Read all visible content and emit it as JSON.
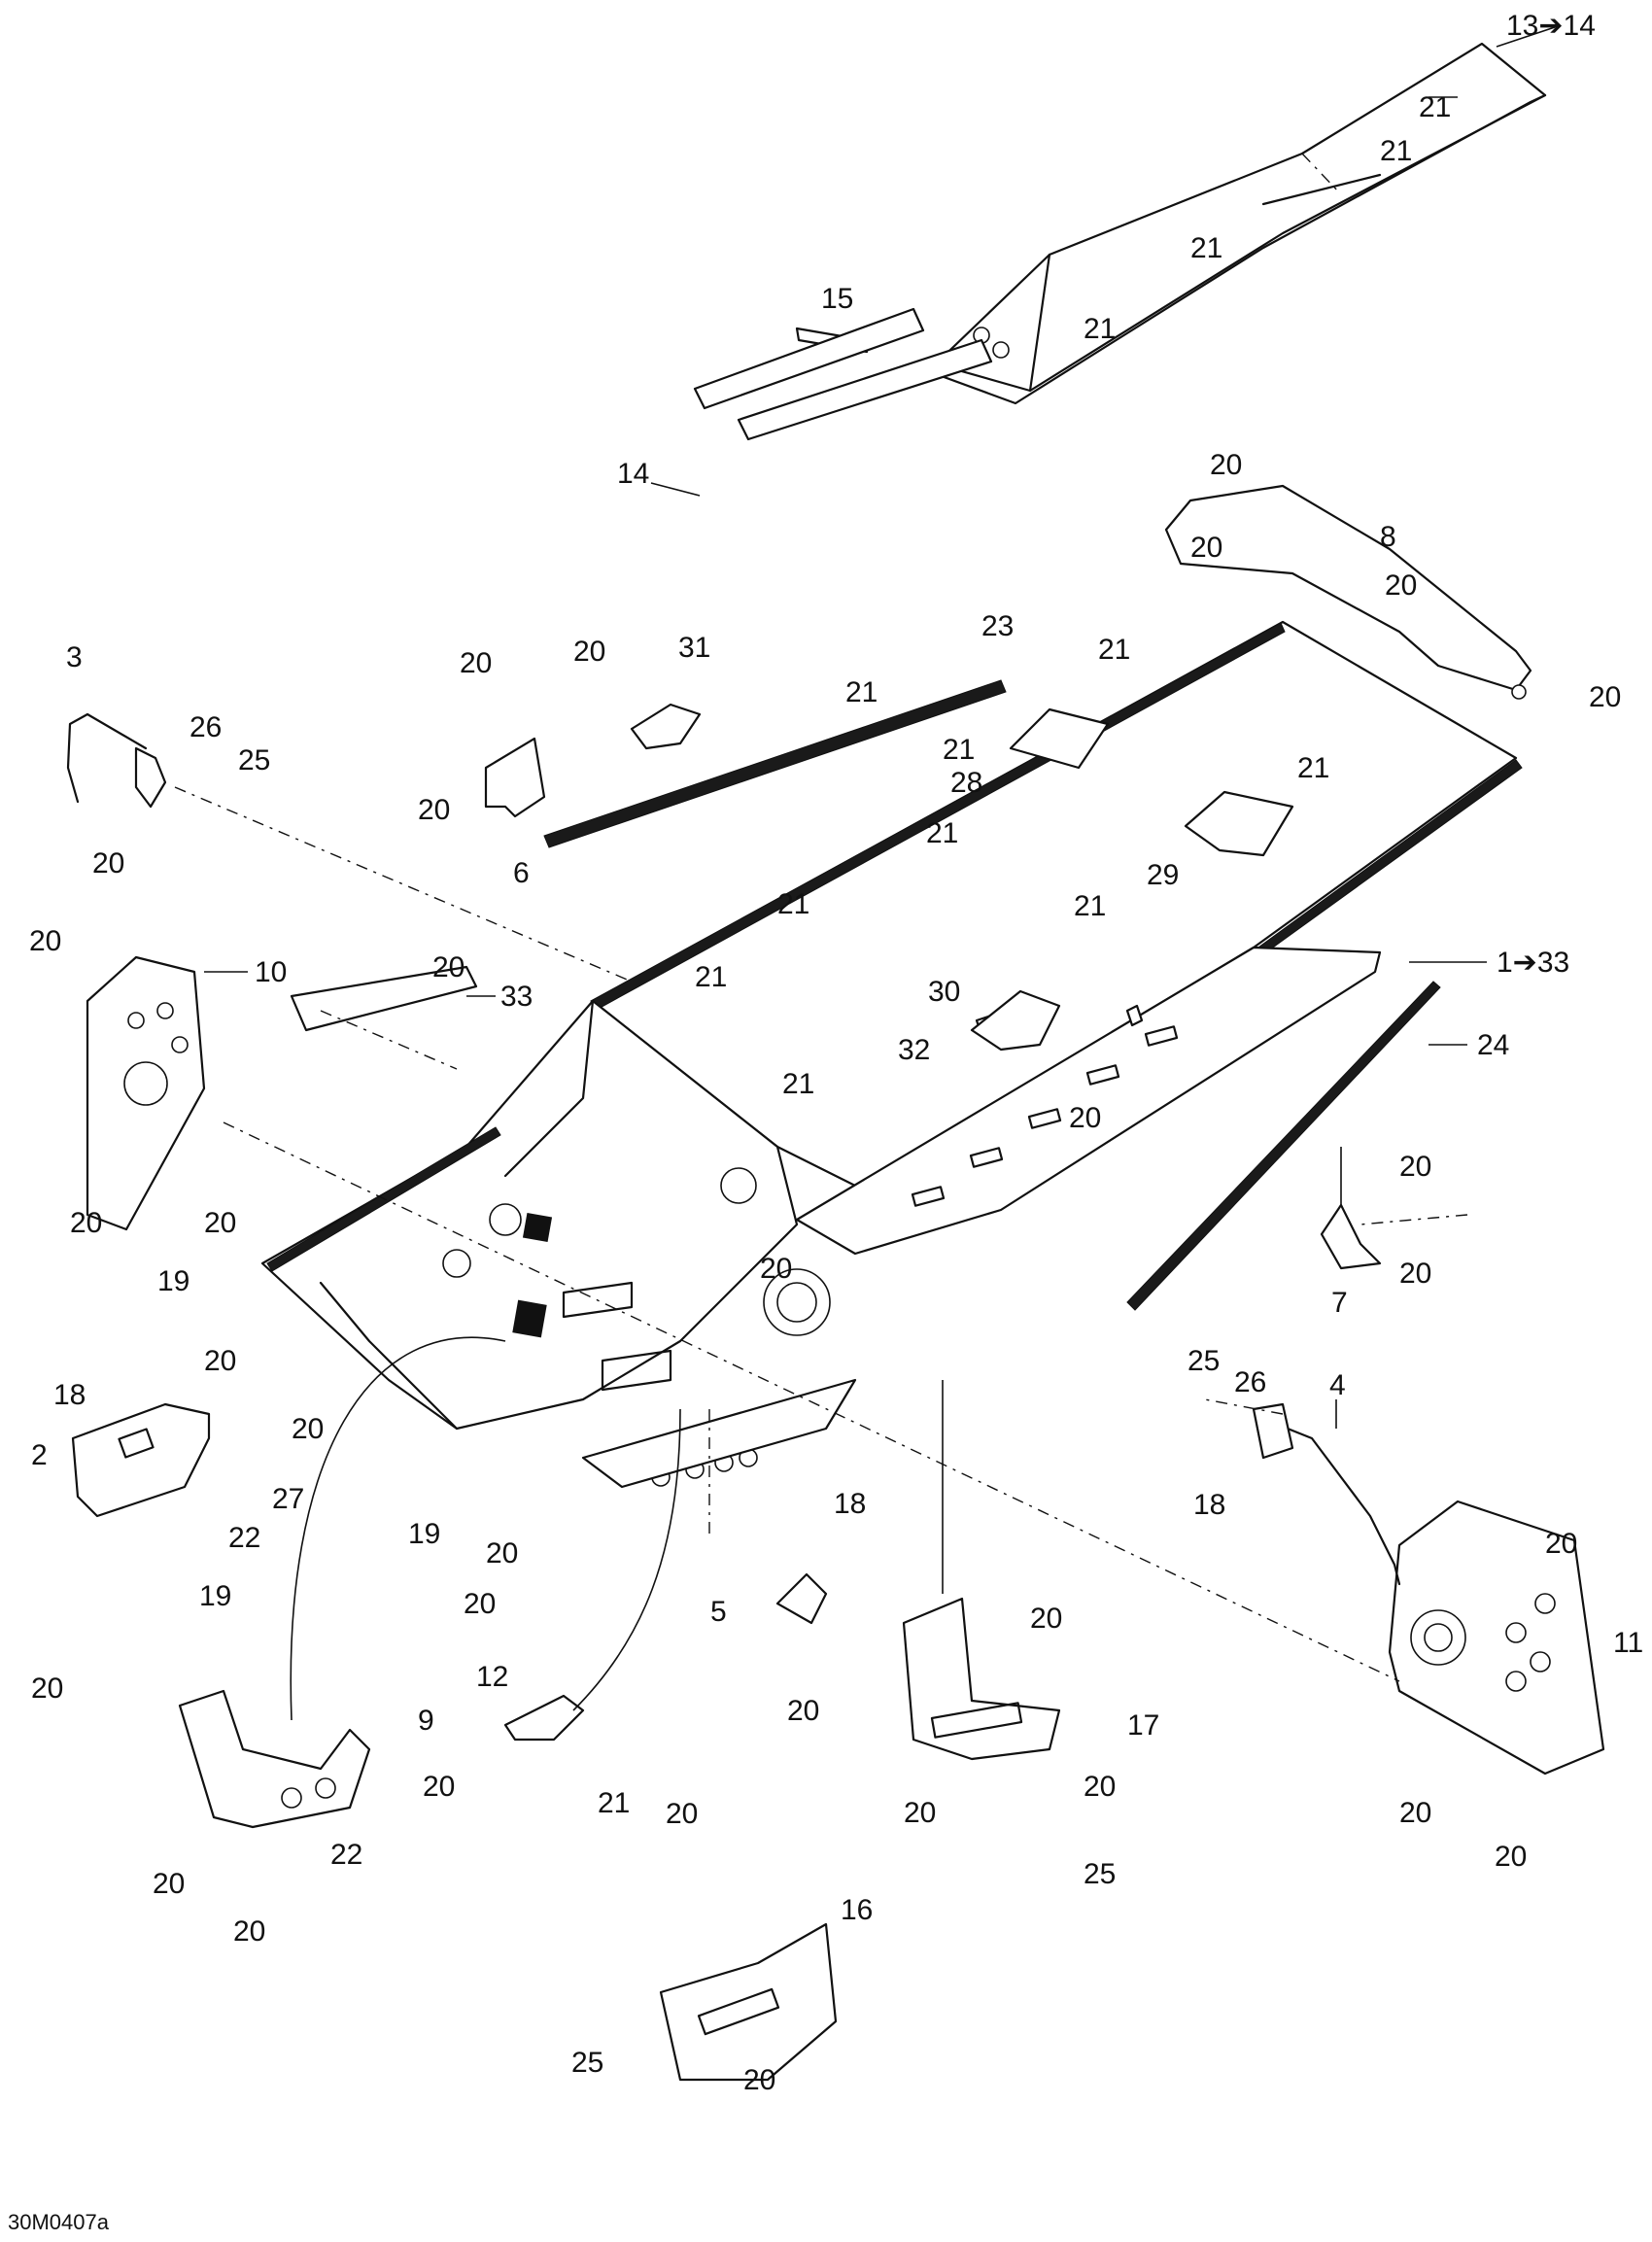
{
  "diagram": {
    "reference_code": "30M0407a",
    "callouts": [
      {
        "id": "c-13-14",
        "text": "13➔14"
      },
      {
        "id": "c-21-a",
        "text": "21"
      },
      {
        "id": "c-21-b",
        "text": "21"
      },
      {
        "id": "c-21-c",
        "text": "21"
      },
      {
        "id": "c-21-d",
        "text": "21"
      },
      {
        "id": "c-15",
        "text": "15"
      },
      {
        "id": "c-14",
        "text": "14"
      },
      {
        "id": "c-20-a",
        "text": "20"
      },
      {
        "id": "c-20-b",
        "text": "20"
      },
      {
        "id": "c-8",
        "text": "8"
      },
      {
        "id": "c-20-c",
        "text": "20"
      },
      {
        "id": "c-20-d",
        "text": "20"
      },
      {
        "id": "c-3",
        "text": "3"
      },
      {
        "id": "c-26-a",
        "text": "26"
      },
      {
        "id": "c-25-a",
        "text": "25"
      },
      {
        "id": "c-20-e",
        "text": "20"
      },
      {
        "id": "c-20-f",
        "text": "20"
      },
      {
        "id": "c-31",
        "text": "31"
      },
      {
        "id": "c-20-g",
        "text": "20"
      },
      {
        "id": "c-23",
        "text": "23"
      },
      {
        "id": "c-21-e",
        "text": "21"
      },
      {
        "id": "c-21-f",
        "text": "21"
      },
      {
        "id": "c-21-g",
        "text": "21"
      },
      {
        "id": "c-28",
        "text": "28"
      },
      {
        "id": "c-20-h",
        "text": "20"
      },
      {
        "id": "c-6",
        "text": "6"
      },
      {
        "id": "c-21-h",
        "text": "21"
      },
      {
        "id": "c-21-i",
        "text": "21"
      },
      {
        "id": "c-29",
        "text": "29"
      },
      {
        "id": "c-21-j",
        "text": "21"
      },
      {
        "id": "c-21-k",
        "text": "21"
      },
      {
        "id": "c-20-i",
        "text": "20"
      },
      {
        "id": "c-10",
        "text": "10"
      },
      {
        "id": "c-20-j",
        "text": "20"
      },
      {
        "id": "c-33",
        "text": "33"
      },
      {
        "id": "c-21-l",
        "text": "21"
      },
      {
        "id": "c-30",
        "text": "30"
      },
      {
        "id": "c-32",
        "text": "32"
      },
      {
        "id": "c-1-33",
        "text": "1➔33"
      },
      {
        "id": "c-24",
        "text": "24"
      },
      {
        "id": "c-21-m",
        "text": "21"
      },
      {
        "id": "c-20-k",
        "text": "20"
      },
      {
        "id": "c-20-l",
        "text": "20"
      },
      {
        "id": "c-20-m",
        "text": "20"
      },
      {
        "id": "c-20-n",
        "text": "20"
      },
      {
        "id": "c-19-a",
        "text": "19"
      },
      {
        "id": "c-20-o",
        "text": "20"
      },
      {
        "id": "c-7",
        "text": "7"
      },
      {
        "id": "c-20-p",
        "text": "20"
      },
      {
        "id": "c-20-q",
        "text": "20"
      },
      {
        "id": "c-18-a",
        "text": "18"
      },
      {
        "id": "c-25-b",
        "text": "25"
      },
      {
        "id": "c-26-b",
        "text": "26"
      },
      {
        "id": "c-20-r",
        "text": "20"
      },
      {
        "id": "c-2",
        "text": "2"
      },
      {
        "id": "c-27",
        "text": "27"
      },
      {
        "id": "c-4",
        "text": "4"
      },
      {
        "id": "c-22-a",
        "text": "22"
      },
      {
        "id": "c-18-b",
        "text": "18"
      },
      {
        "id": "c-19-b",
        "text": "19"
      },
      {
        "id": "c-20-s",
        "text": "20"
      },
      {
        "id": "c-18-c",
        "text": "18"
      },
      {
        "id": "c-19-c",
        "text": "19"
      },
      {
        "id": "c-20-t",
        "text": "20"
      },
      {
        "id": "c-20-u",
        "text": "20"
      },
      {
        "id": "c-5",
        "text": "5"
      },
      {
        "id": "c-20-v",
        "text": "20"
      },
      {
        "id": "c-11",
        "text": "11"
      },
      {
        "id": "c-20-w",
        "text": "20"
      },
      {
        "id": "c-12",
        "text": "12"
      },
      {
        "id": "c-9",
        "text": "9"
      },
      {
        "id": "c-20-x",
        "text": "20"
      },
      {
        "id": "c-17",
        "text": "17"
      },
      {
        "id": "c-20-y",
        "text": "20"
      },
      {
        "id": "c-20-z",
        "text": "20"
      },
      {
        "id": "c-21-n",
        "text": "21"
      },
      {
        "id": "c-20-aa",
        "text": "20"
      },
      {
        "id": "c-20-ab",
        "text": "20"
      },
      {
        "id": "c-20-ac",
        "text": "20"
      },
      {
        "id": "c-22-b",
        "text": "22"
      },
      {
        "id": "c-25-c",
        "text": "25"
      },
      {
        "id": "c-20-ad",
        "text": "20"
      },
      {
        "id": "c-20-ae",
        "text": "20"
      },
      {
        "id": "c-20-af",
        "text": "20"
      },
      {
        "id": "c-16",
        "text": "16"
      },
      {
        "id": "c-25-d",
        "text": "25"
      },
      {
        "id": "c-20-ag",
        "text": "20"
      }
    ]
  }
}
